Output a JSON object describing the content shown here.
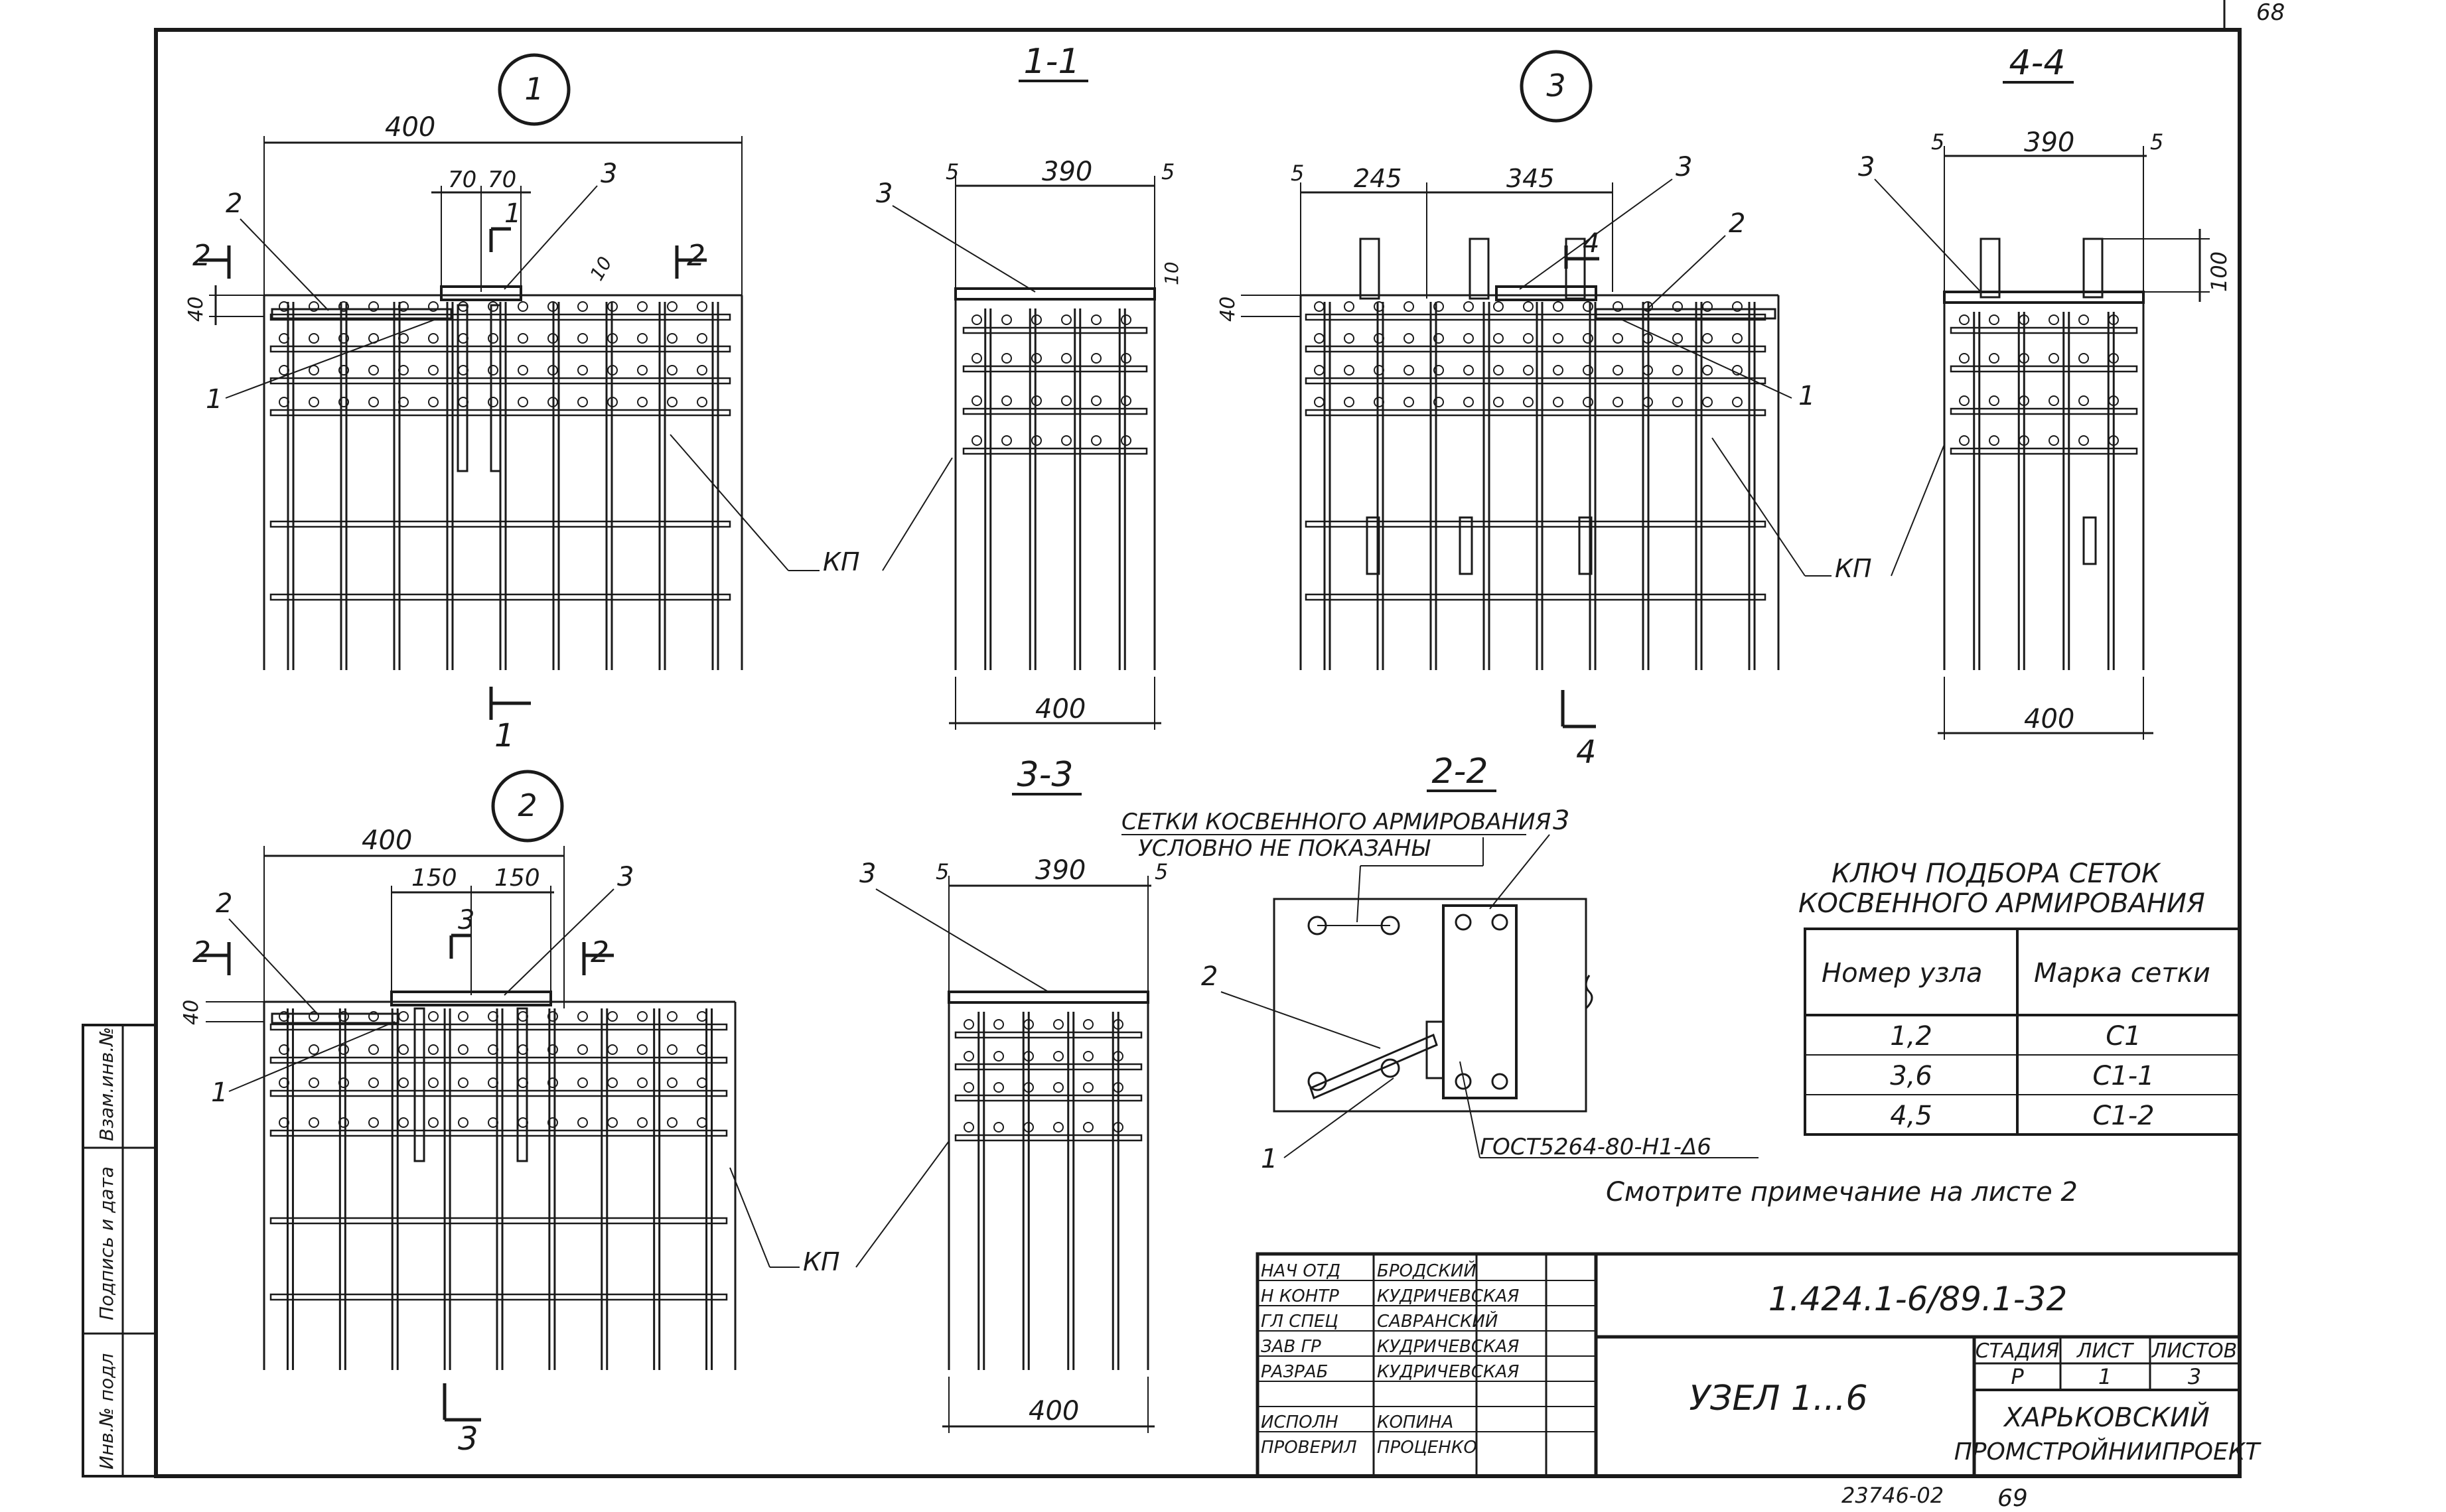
{
  "sheet_number": "68",
  "bottom_note": "23746-02",
  "bottom_page": "69",
  "node_circles": [
    "1",
    "2",
    "3"
  ],
  "section_labels": [
    "1-1",
    "2-2",
    "3-3",
    "4-4"
  ],
  "section_marks": [
    "1",
    "2",
    "2",
    "3",
    "2",
    "2",
    "4",
    "4"
  ],
  "dimensions": {
    "v1_width": "400",
    "v1_a": "70",
    "v1_b": "70",
    "v1_h40": "40",
    "v1_h10": "10",
    "s11_w": "390",
    "s11_e1": "5",
    "s11_e2": "5",
    "s11_bottom": "400",
    "s11_h10": "10",
    "v3_a": "245",
    "v3_b": "345",
    "v3_e": "5",
    "v3_h40": "40",
    "s44_w": "390",
    "s44_e1": "5",
    "s44_e2": "5",
    "s44_bottom": "400",
    "s44_h100": "100",
    "v2_width": "400",
    "v2_a": "150",
    "v2_b": "150",
    "v2_h40": "40",
    "s33_w": "390",
    "s33_e1": "5",
    "s33_e2": "5",
    "s33_bottom": "400"
  },
  "callouts": {
    "p1": "1",
    "p2": "2",
    "p3": "3",
    "kp": "КП"
  },
  "note_22": [
    "СЕТКИ КОСВЕННОГО АРМИРОВАНИЯ",
    "УСЛОВНО НЕ ПОКАЗАНЫ"
  ],
  "weld_spec": "ГОСТ5264-80-Н1-Δ6",
  "see_note": "Смотрите примечание на листе 2",
  "key_table": {
    "title": [
      "КЛЮЧ ПОДБОРА СЕТОК",
      "КОСВЕННОГО АРМИРОВАНИЯ"
    ],
    "headers": [
      "Номер узла",
      "Марка сетки"
    ],
    "rows": [
      [
        "1,2",
        "С1"
      ],
      [
        "3,6",
        "С1-1"
      ],
      [
        "4,5",
        "С1-2"
      ]
    ]
  },
  "left_strip": [
    "Инв.№ подл",
    "Подпись и дата",
    "Взам.инв.№"
  ],
  "title_block": {
    "doc_code": "1.424.1-6/89.1-32",
    "title": "УЗЕЛ 1...6",
    "roles": [
      "НАЧ ОТД",
      "Н КОНТР",
      "ГЛ СПЕЦ",
      "ЗАВ ГР",
      "РАЗРАБ",
      "",
      "ИСПОЛН",
      "ПРОВЕРИЛ"
    ],
    "names": [
      "БРОДСКИЙ",
      "КУДРИЧЕВСКАЯ",
      "САВРАНСКИЙ",
      "КУДРИЧЕВСКАЯ",
      "КУДРИЧЕВСКАЯ",
      "",
      "КОПИНА",
      "ПРОЦЕНКО"
    ],
    "stage_head": [
      "СТАДИЯ",
      "ЛИСТ",
      "ЛИСТОВ"
    ],
    "stage_vals": [
      "Р",
      "1",
      "3"
    ],
    "org": [
      "ХАРЬКОВСКИЙ",
      "ПРОМСТРОЙНИИПРОЕКТ"
    ]
  }
}
